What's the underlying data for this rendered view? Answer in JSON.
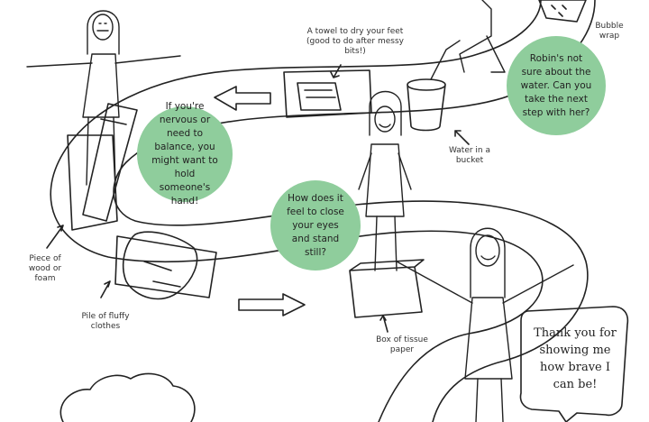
{
  "labels": {
    "towel": "A towel to dry your feet (good to do after messy bits!)",
    "bubble_wrap": "Bubble wrap",
    "water": "Water in a bucket",
    "wood": "Piece of wood or foam",
    "clothes": "Pile of fluffy clothes",
    "tissue": "Box of tissue paper"
  },
  "bubbles": {
    "balance": "If you're nervous or need to balance, you might want to hold someone's hand!",
    "robin": "Robin's not sure about the water. Can you take the next step with her?",
    "eyes": "How does it feel to close your eyes and stand still?"
  },
  "speech": "Thank you for showing me how brave I can be!",
  "colors": {
    "bubble": "#8fcd9c",
    "line": "#222222"
  }
}
